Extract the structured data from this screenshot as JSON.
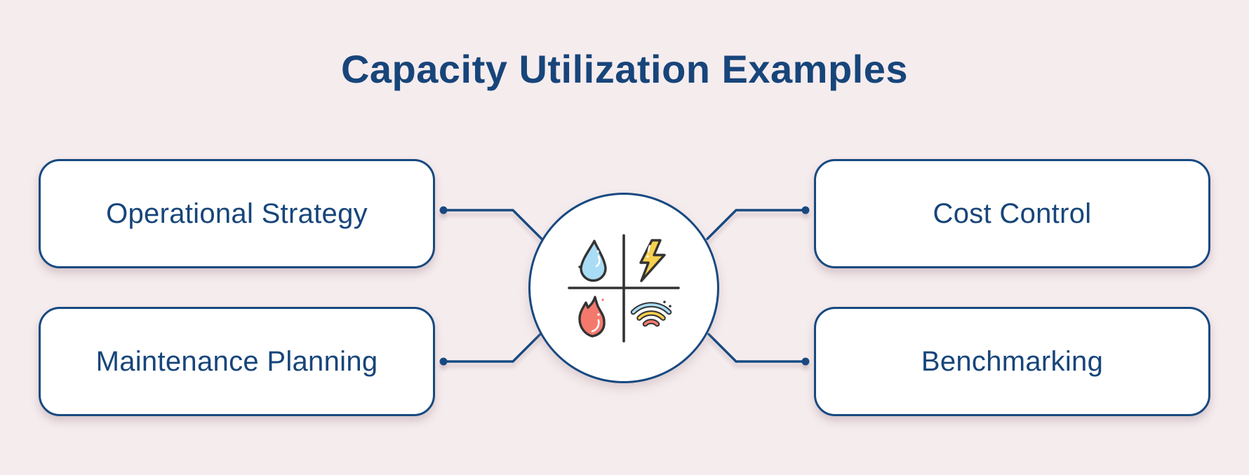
{
  "title": "Capacity Utilization Examples",
  "nodes": [
    {
      "id": "operational-strategy",
      "label": "Operational Strategy",
      "position": "top-left"
    },
    {
      "id": "cost-control",
      "label": "Cost Control",
      "position": "top-right"
    },
    {
      "id": "maintenance-planning",
      "label": "Maintenance Planning",
      "position": "bottom-left"
    },
    {
      "id": "benchmarking",
      "label": "Benchmarking",
      "position": "bottom-right"
    }
  ],
  "center_icons": [
    "water-drop",
    "lightning-bolt",
    "flame",
    "wifi-signal"
  ],
  "colors": {
    "background": "#f5ecee",
    "navy": "#174980",
    "navy-text": "#17457a",
    "node-bg": "#ffffff",
    "outline": "#333333",
    "icon-blue": "#a9dcf5",
    "icon-yellow": "#f7d04e",
    "icon-red": "#f4796d"
  }
}
